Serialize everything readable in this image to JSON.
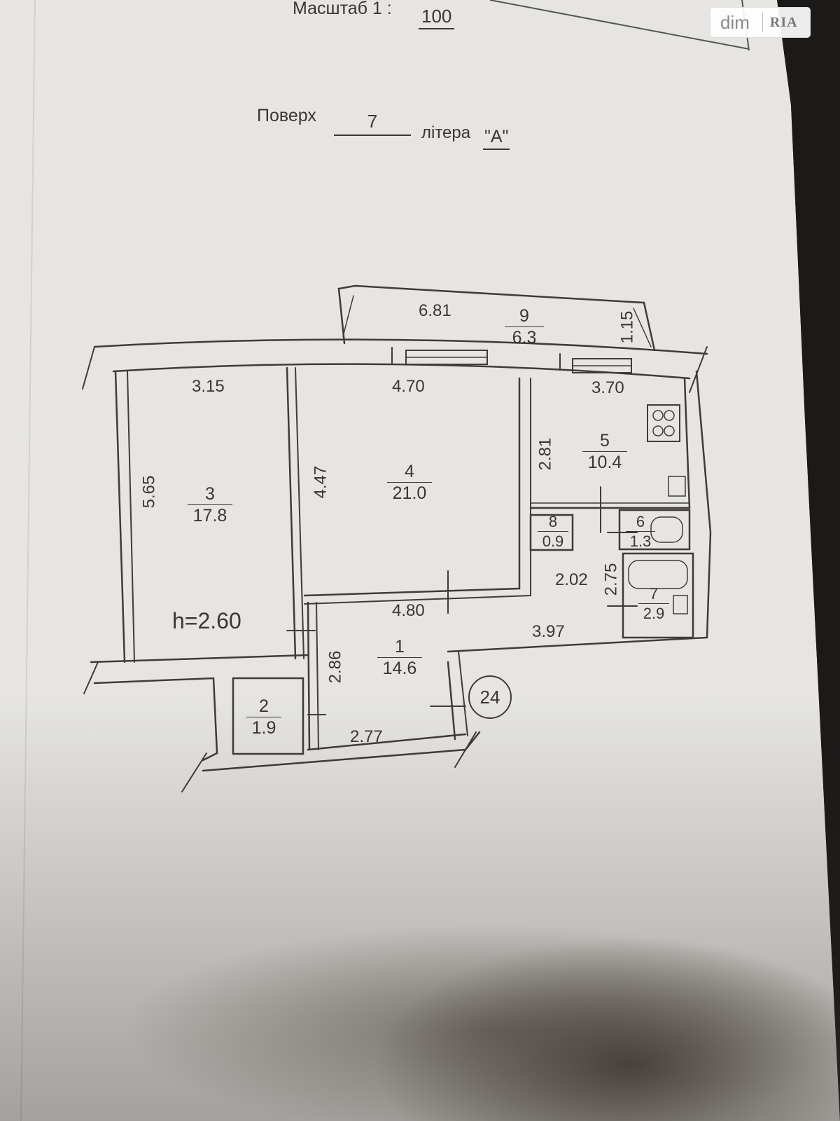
{
  "header": {
    "scale_label": "Масштаб  1 :",
    "scale_value": "100",
    "floor_label": "Поверх",
    "floor_value": "7",
    "letter_label": "літера",
    "letter_value": "\"А\""
  },
  "watermark": {
    "brand_left": "dim",
    "brand_right": "RIA"
  },
  "plan": {
    "ceiling_height": "h=2.60",
    "apartment_number": "24",
    "rooms": [
      {
        "number": "1",
        "area": "14.6"
      },
      {
        "number": "2",
        "area": "1.9"
      },
      {
        "number": "3",
        "area": "17.8"
      },
      {
        "number": "4",
        "area": "21.0"
      },
      {
        "number": "5",
        "area": "10.4"
      },
      {
        "number": "6",
        "area": "1.3"
      },
      {
        "number": "7",
        "area": "2.9"
      },
      {
        "number": "8",
        "area": "0.9"
      },
      {
        "number": "9",
        "area": "6.3"
      }
    ],
    "dimensions": {
      "balcony_length": "6.81",
      "balcony_depth": "1.15",
      "room3_width": "3.15",
      "room3_length": "5.65",
      "room4_width": "4.70",
      "room4_length": "4.47",
      "room5_width": "3.70",
      "room5_length": "2.81",
      "room1_top": "4.80",
      "room1_depth": "2.86",
      "room1_bottom": "2.77",
      "corridor_length": "3.97",
      "corridor_width": "2.02",
      "bath_length": "2.75"
    }
  }
}
